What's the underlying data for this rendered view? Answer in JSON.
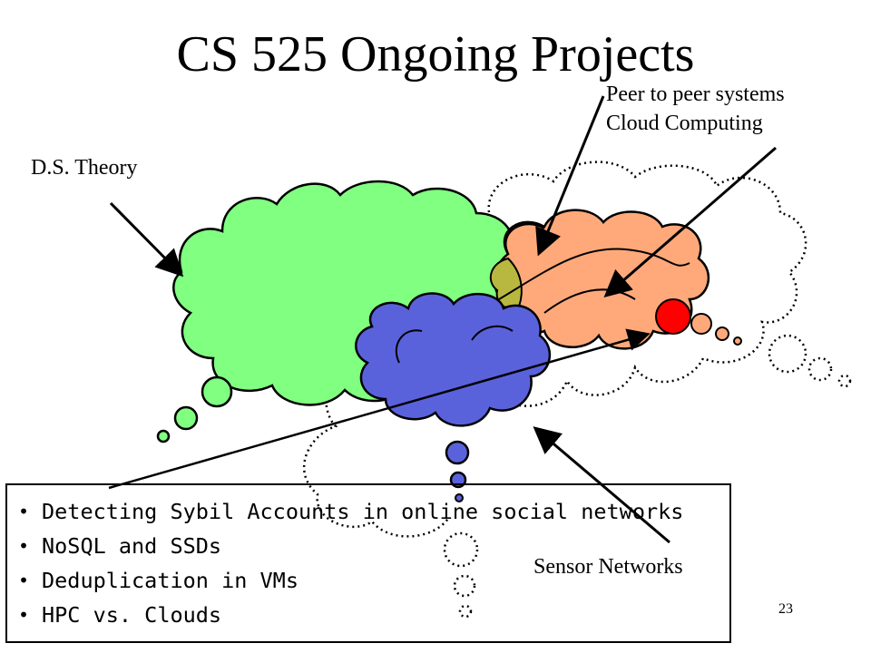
{
  "slide": {
    "title": "CS 525 Ongoing Projects",
    "page_number": "23"
  },
  "labels": {
    "theory": "D.S. Theory",
    "p2p_line1": "Peer to peer systems",
    "p2p_line2": "Cloud Computing",
    "sensor": "Sensor Networks"
  },
  "projects": [
    "Detecting Sybil Accounts in online social networks",
    "NoSQL and SSDs",
    "Deduplication in VMs",
    "HPC vs. Clouds"
  ],
  "colors": {
    "theory_cloud": "#80ff80",
    "p2p_cloud": "#ffa97a",
    "sensor_cloud": "#5a62db",
    "overlap": "#b8b840",
    "hotspot": "#ff0000"
  }
}
